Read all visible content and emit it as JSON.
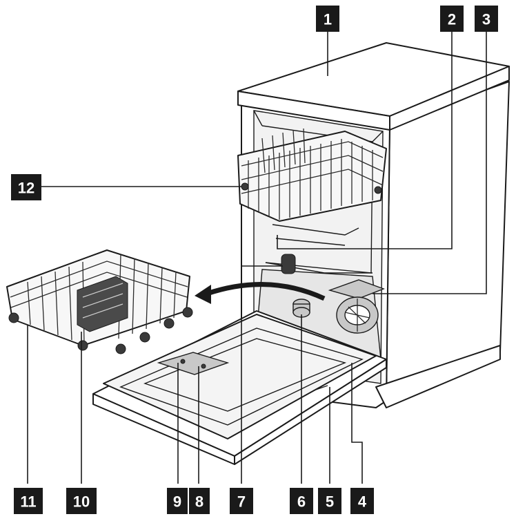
{
  "callouts": [
    {
      "id": "c1",
      "label": "1"
    },
    {
      "id": "c2",
      "label": "2"
    },
    {
      "id": "c3",
      "label": "3"
    },
    {
      "id": "c4",
      "label": "4"
    },
    {
      "id": "c5",
      "label": "5"
    },
    {
      "id": "c6",
      "label": "6"
    },
    {
      "id": "c7",
      "label": "7"
    },
    {
      "id": "c8",
      "label": "8"
    },
    {
      "id": "c9",
      "label": "9"
    },
    {
      "id": "c10",
      "label": "10"
    },
    {
      "id": "c11",
      "label": "11"
    },
    {
      "id": "c12",
      "label": "12"
    }
  ],
  "colors": {
    "callout_fill": "#1a1a1a",
    "callout_text": "#ffffff",
    "line_art": "#1a1a1a"
  }
}
